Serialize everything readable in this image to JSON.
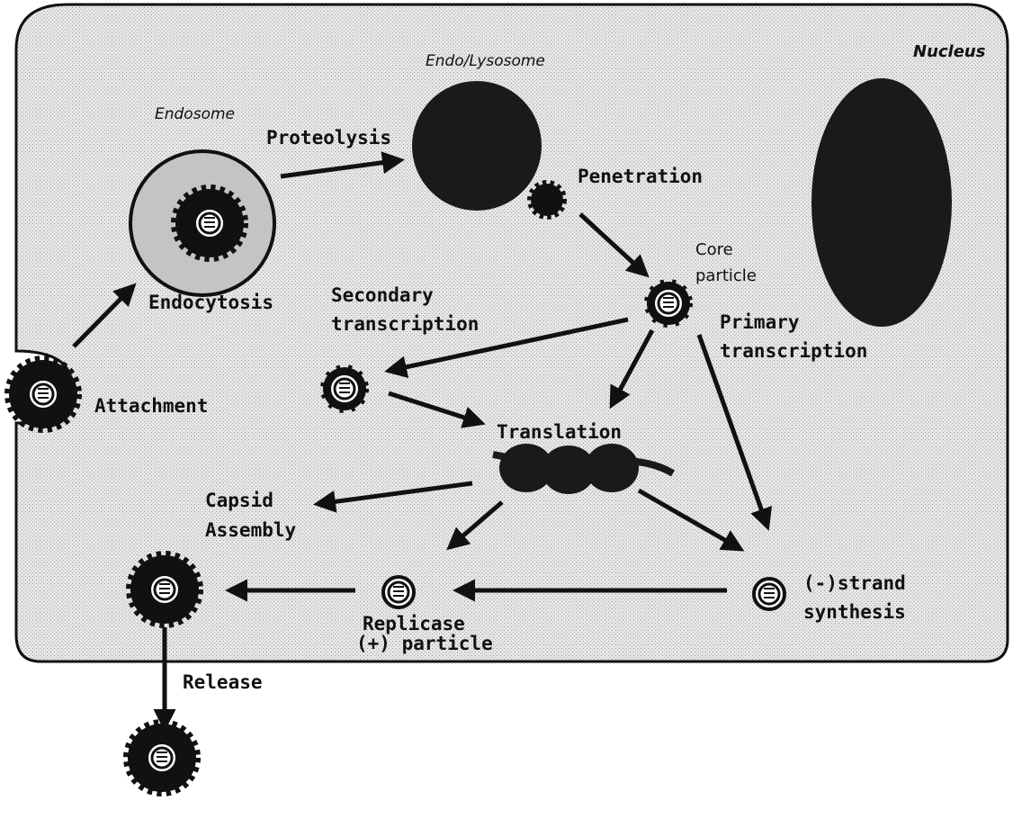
{
  "compartments": {
    "endosome": "Endosome",
    "endo_lysosome": "Endo/Lysosome",
    "nucleus": "Nucleus"
  },
  "steps": {
    "attachment": "Attachment",
    "endocytosis": "Endocytosis",
    "proteolysis": "Proteolysis",
    "penetration": "Penetration",
    "core_particle_1": "Core",
    "core_particle_2": "particle",
    "primary_1": "Primary",
    "primary_2": "transcription",
    "secondary_1": "Secondary",
    "secondary_2": "transcription",
    "translation": "Translation",
    "capsid_1": "Capsid",
    "capsid_2": "Assembly",
    "replicase_1": "Replicase",
    "replicase_2": "(+) particle",
    "strand_1": "(-)strand",
    "strand_2": "synthesis",
    "release": "Release"
  },
  "colors": {
    "cell_fill": "#e2e2e2",
    "outline": "#111111",
    "endosome_fill": "#c8c8c8",
    "dark_organelle": "#1a1a1a",
    "virus_fill": "#ffffff"
  }
}
